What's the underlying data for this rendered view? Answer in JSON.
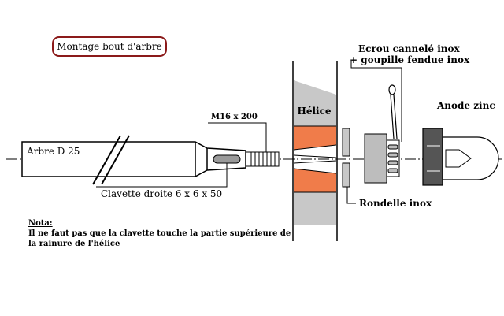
{
  "title": "Montage bout d'arbre",
  "labels": {
    "shaft": "Arbre D 25",
    "bolt": "M16 x 200",
    "key": "Clavette droite  6 x 6 x 50",
    "propeller": "Hélice",
    "nut_line1": "Ecrou cannelé inox",
    "nut_line2": "+ goupille fendue inox",
    "anode": "Anode zinc",
    "washer": "Rondelle inox"
  },
  "note": {
    "heading": "Nota:",
    "line1": "Il ne faut pas que la clavette touche la partie supérieure de",
    "line2": "la rainure de l'hélice"
  },
  "colors": {
    "title_border": "#8b1a1a",
    "propeller_gray": "#c8c8c8",
    "propeller_orange": "#f07c4a",
    "anode_dark": "#555555",
    "nut_gray": "#bdbdbd",
    "line": "#000000"
  }
}
